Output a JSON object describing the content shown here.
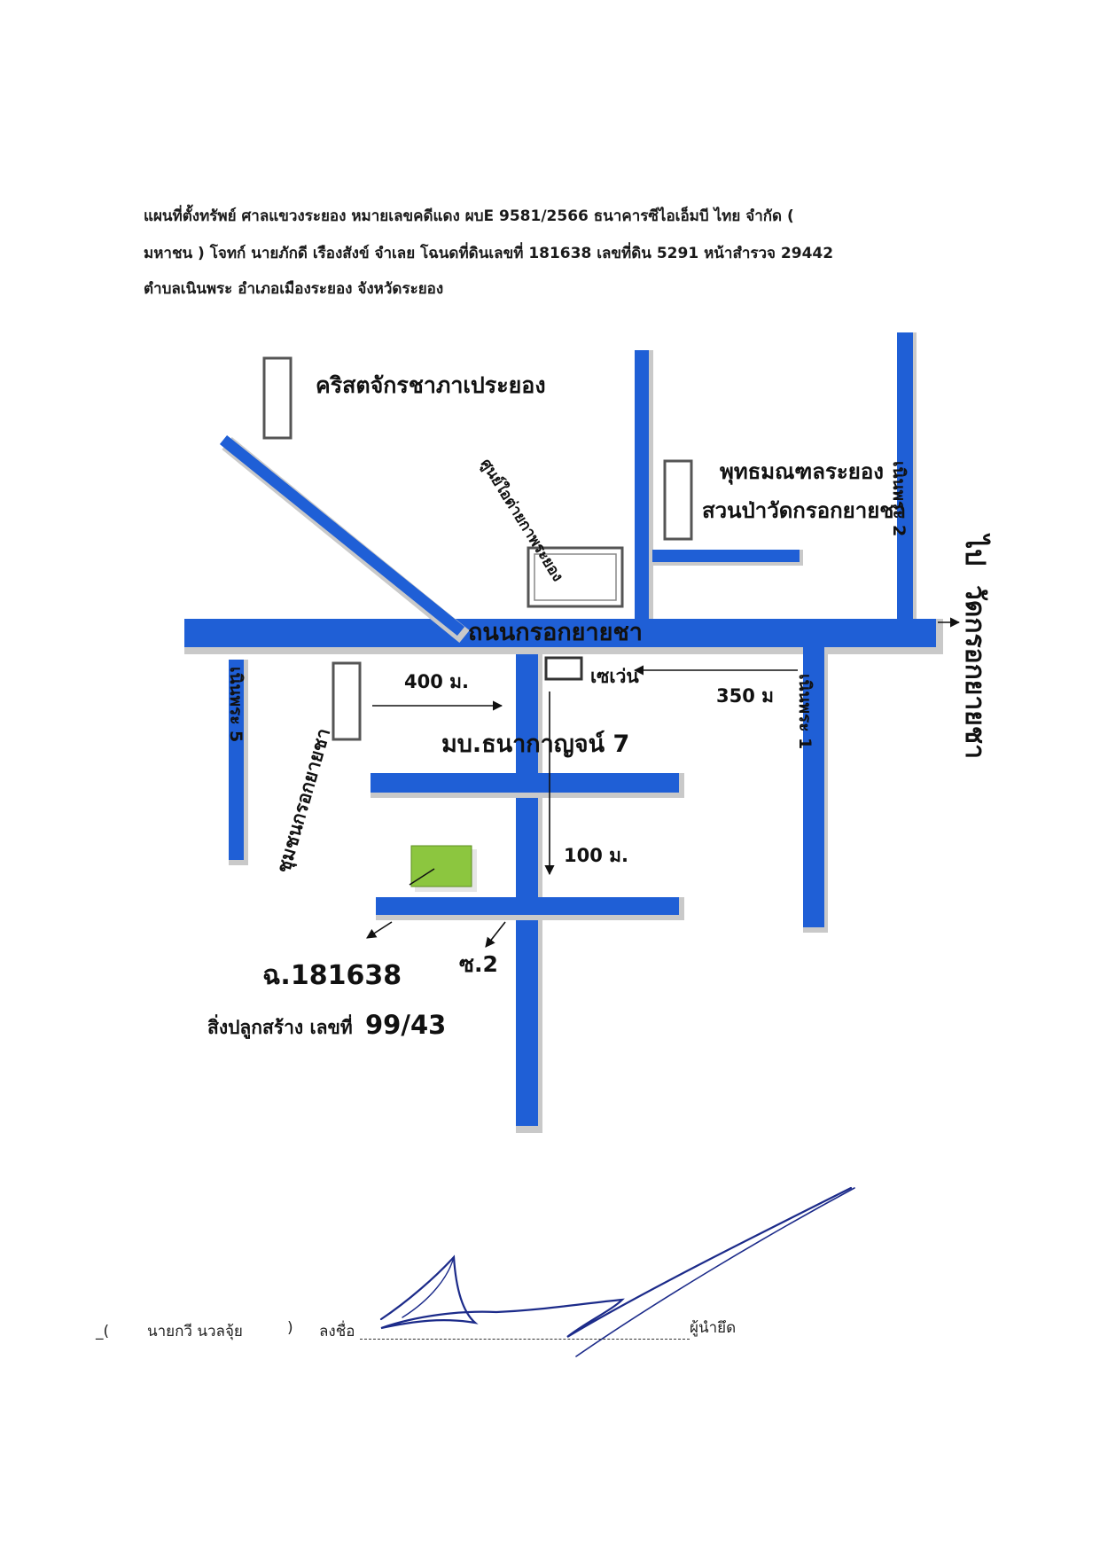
{
  "header": {
    "line1": "แผนที่ตั้งทรัพย์   ศาลแขวงระยอง  หมายเลขคดีแดง ผบE 9581/2566  ธนาคารซีไอเอ็มบี ไทย จำกัด (",
    "line2": "มหาชน )  โจทก์  นายภักดี  เรืองสังข์  จำเลย   โฉนดที่ดินเลขที่  181638  เลขที่ดิน 5291 หน้าสำรวจ 29442",
    "line3": "ตำบลเนินพระ อำเภอเมืองระยอง จังหวัดระยอง"
  },
  "map": {
    "colors": {
      "road": "#1f5fd6",
      "road_edge": "#c9c9c9",
      "building": "#555555",
      "parcel": "#8cc63f",
      "arrow": "#111111"
    },
    "labels": {
      "church": "คริสตจักรชาภาเประยอง",
      "school": "ศูนย์ใอต่ายกาพระยอง",
      "temple_1": "พุทธมณฑลระยอง",
      "temple_2": "สวนป่าวัดกรอกยายชา",
      "main_road": "ถนนกรอกยายชา",
      "seven_eleven": "เซเว่น",
      "village": "มบ.ธนากาญจน์ 7",
      "community": "ชุมชนกรอกยายชา",
      "soi_2": "ซ.2",
      "to_wat_prefix": "ไป",
      "to_wat_name": "วัดกรอกยายชา",
      "noen_phra_1": "เนินพระ 1",
      "noen_phra_2": "เนินพระ 2",
      "noen_phra_5": "เนินพระ 5",
      "dist_400": "400 ม.",
      "dist_350": "350 ม",
      "dist_100": "100 ม.",
      "deed_no": "ฉ.181638",
      "building_no_label": "สิ่งปลูกสร้าง เลขที่",
      "building_no": "99/43"
    }
  },
  "signature": {
    "open": "_(",
    "name": "นายกวี  นวลจุ้ย",
    "close": ")",
    "sign_label": "ลงชื่อ",
    "role": "ผู้นำยึด"
  }
}
